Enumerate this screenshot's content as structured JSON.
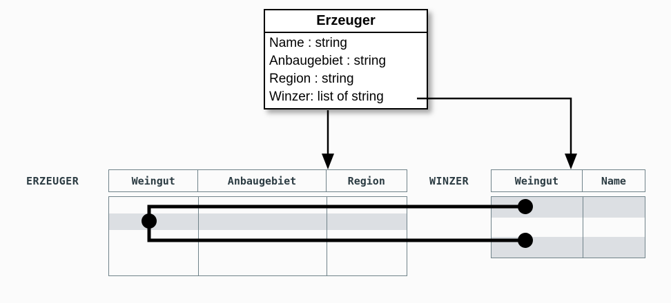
{
  "diagram": {
    "uml_class": {
      "title": "Erzeuger",
      "attributes": [
        "Name : string",
        "Anbaugebiet : string",
        "Region : string",
        "Winzer: list of string"
      ]
    },
    "tables": [
      {
        "label": "ERZEUGER",
        "columns": [
          "Weingut",
          "Anbaugebiet",
          "Region"
        ],
        "row_count": 4,
        "striped_rows": [
          1
        ]
      },
      {
        "label": "WINZER",
        "columns": [
          "Weingut",
          "Name"
        ],
        "row_count": 3,
        "striped_rows": [
          0,
          2
        ]
      }
    ],
    "connectors": {
      "arrow_to_erzeuger_region": "vertical arrow from class box bottom to ERZEUGER table header",
      "arrow_to_winzer_weingut": "elbow arrow from Winzer attribute to WINZER table header",
      "link_label": "value link between ERZEUGER.Weingut row and two WINZER.Weingut rows"
    },
    "colors": {
      "background": "#fbfbfb",
      "box_border": "#000000",
      "table_border": "#6f8289",
      "table_text": "#2b3b42",
      "row_stripe": "#dcdfe3",
      "wire": "#000000"
    }
  }
}
